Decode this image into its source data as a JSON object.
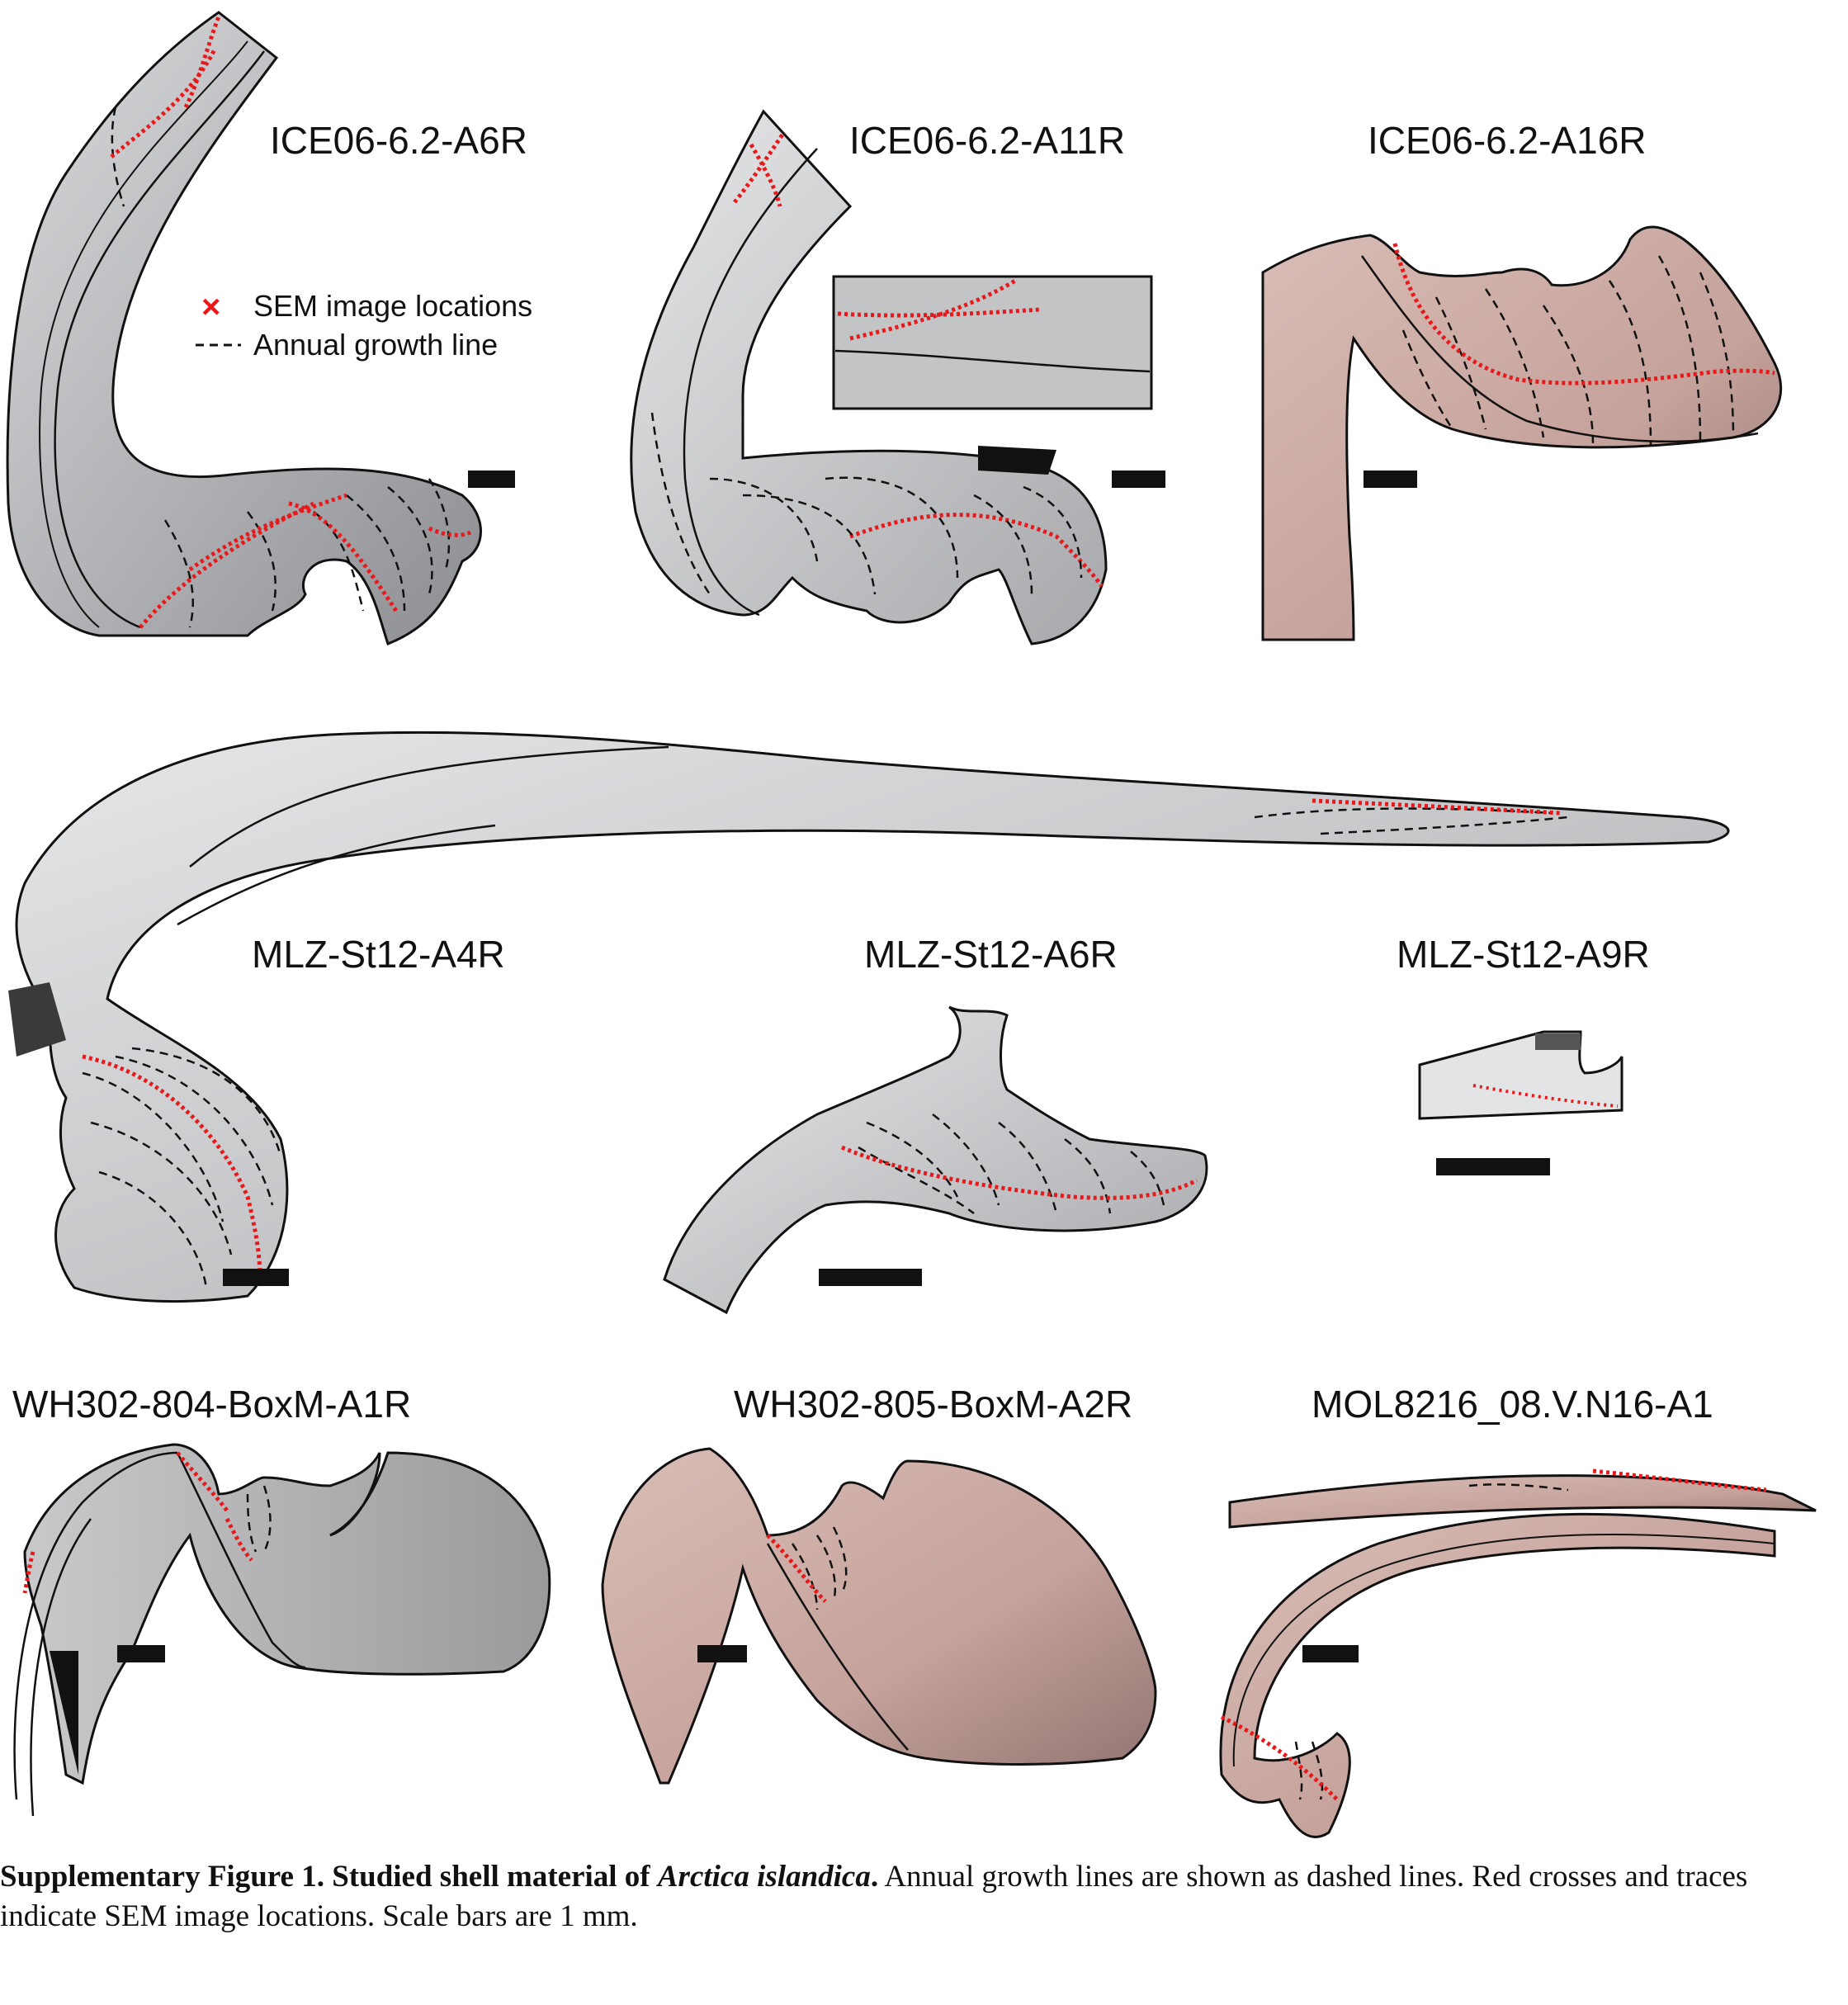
{
  "specimens": [
    {
      "id": "ice-a6r",
      "label": "ICE06-6.2-A6R"
    },
    {
      "id": "ice-a11r",
      "label": "ICE06-6.2-A11R"
    },
    {
      "id": "ice-a16r",
      "label": "ICE06-6.2-A16R"
    },
    {
      "id": "mlz-a4r",
      "label": "MLZ-St12-A4R"
    },
    {
      "id": "mlz-a6r",
      "label": "MLZ-St12-A6R"
    },
    {
      "id": "mlz-a9r",
      "label": "MLZ-St12-A9R"
    },
    {
      "id": "wh-804",
      "label": "WH302-804-BoxM-A1R"
    },
    {
      "id": "wh-805",
      "label": "WH302-805-BoxM-A2R"
    },
    {
      "id": "mol",
      "label": "MOL8216_08.V.N16-A1"
    }
  ],
  "legend": {
    "sem_label": "SEM image locations",
    "growth_label": "Annual growth line",
    "sem_symbol": "×"
  },
  "caption": {
    "lead": "Supplementary Figure 1. Studied shell material of ",
    "species": "Arctica islandica",
    "lead_end": ".",
    "body": " Annual growth lines are shown as dashed lines. Red crosses and traces indicate SEM image locations. Scale bars are 1 mm."
  },
  "colors": {
    "grey_shell": "#a9a9ab",
    "pink_shell": "#c7a69f",
    "sem_marker": "#e8191a",
    "outline": "#111111"
  }
}
